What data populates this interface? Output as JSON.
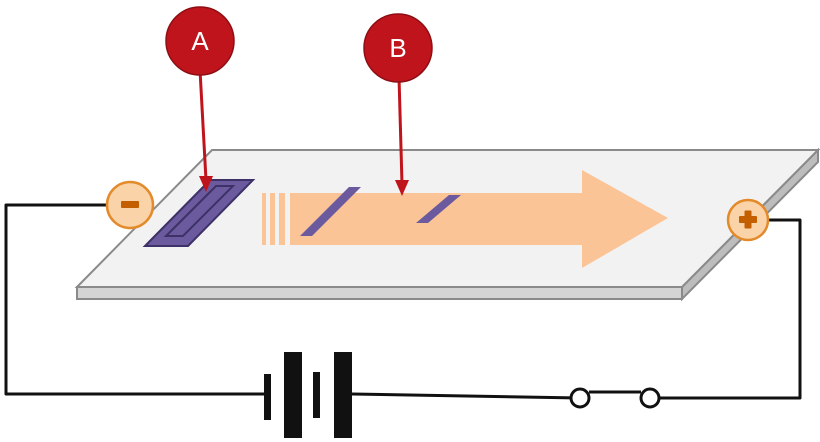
{
  "markers": [
    {
      "id": "A",
      "label": "A",
      "color": "#c0141c",
      "points_to": "well"
    },
    {
      "id": "B",
      "label": "B",
      "color": "#c0141c",
      "points_to": "bands"
    }
  ],
  "electrodes": {
    "negative": {
      "symbol": "−",
      "fill": "#fbd3a8",
      "stroke": "#e38a2a",
      "text_color": "#c45f00"
    },
    "positive": {
      "symbol": "+",
      "fill": "#fbd3a8",
      "stroke": "#e38a2a",
      "text_color": "#c45f00"
    }
  },
  "colors": {
    "gel_top": "#f2f2f2",
    "gel_edge": "#8a8a8a",
    "gel_side": "#d4d4d4",
    "well": "#6b5b9e",
    "band": "#6b5b9e",
    "arrow": "#fbc496",
    "wire": "#111111",
    "arrow_line": "#c0141c"
  }
}
